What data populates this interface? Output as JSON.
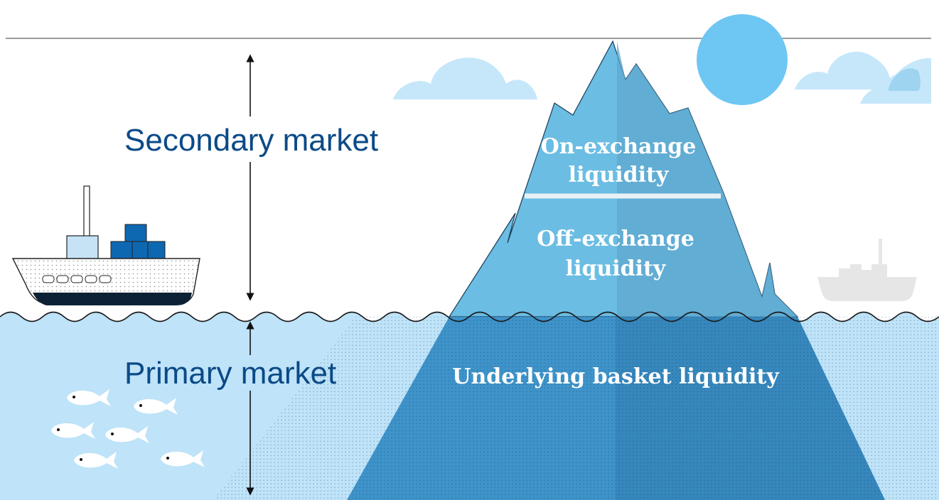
{
  "labels": {
    "secondary_market": "Secondary market",
    "primary_market": "Primary market",
    "on_exchange_line1": "On-exchange",
    "on_exchange_line2": "liquidity",
    "off_exchange_line1": "Off-exchange",
    "off_exchange_line2": "liquidity",
    "underlying": "Underlying basket liquidity"
  },
  "colors": {
    "water": "#bfe3f8",
    "sky_cloud": "#c6e7fa",
    "sun": "#6ec6f3",
    "iceberg_top": "#6bbde3",
    "iceberg_underwater": "#3e93c9",
    "text_blue": "#0b4a87",
    "ship_blue": "#0e67b1"
  },
  "icons": {
    "ship_left": "cargo-ship-icon",
    "ship_right": "cargo-ship-faded-icon",
    "fish": "fish-icon",
    "sun": "sun-icon",
    "cloud": "cloud-icon"
  }
}
